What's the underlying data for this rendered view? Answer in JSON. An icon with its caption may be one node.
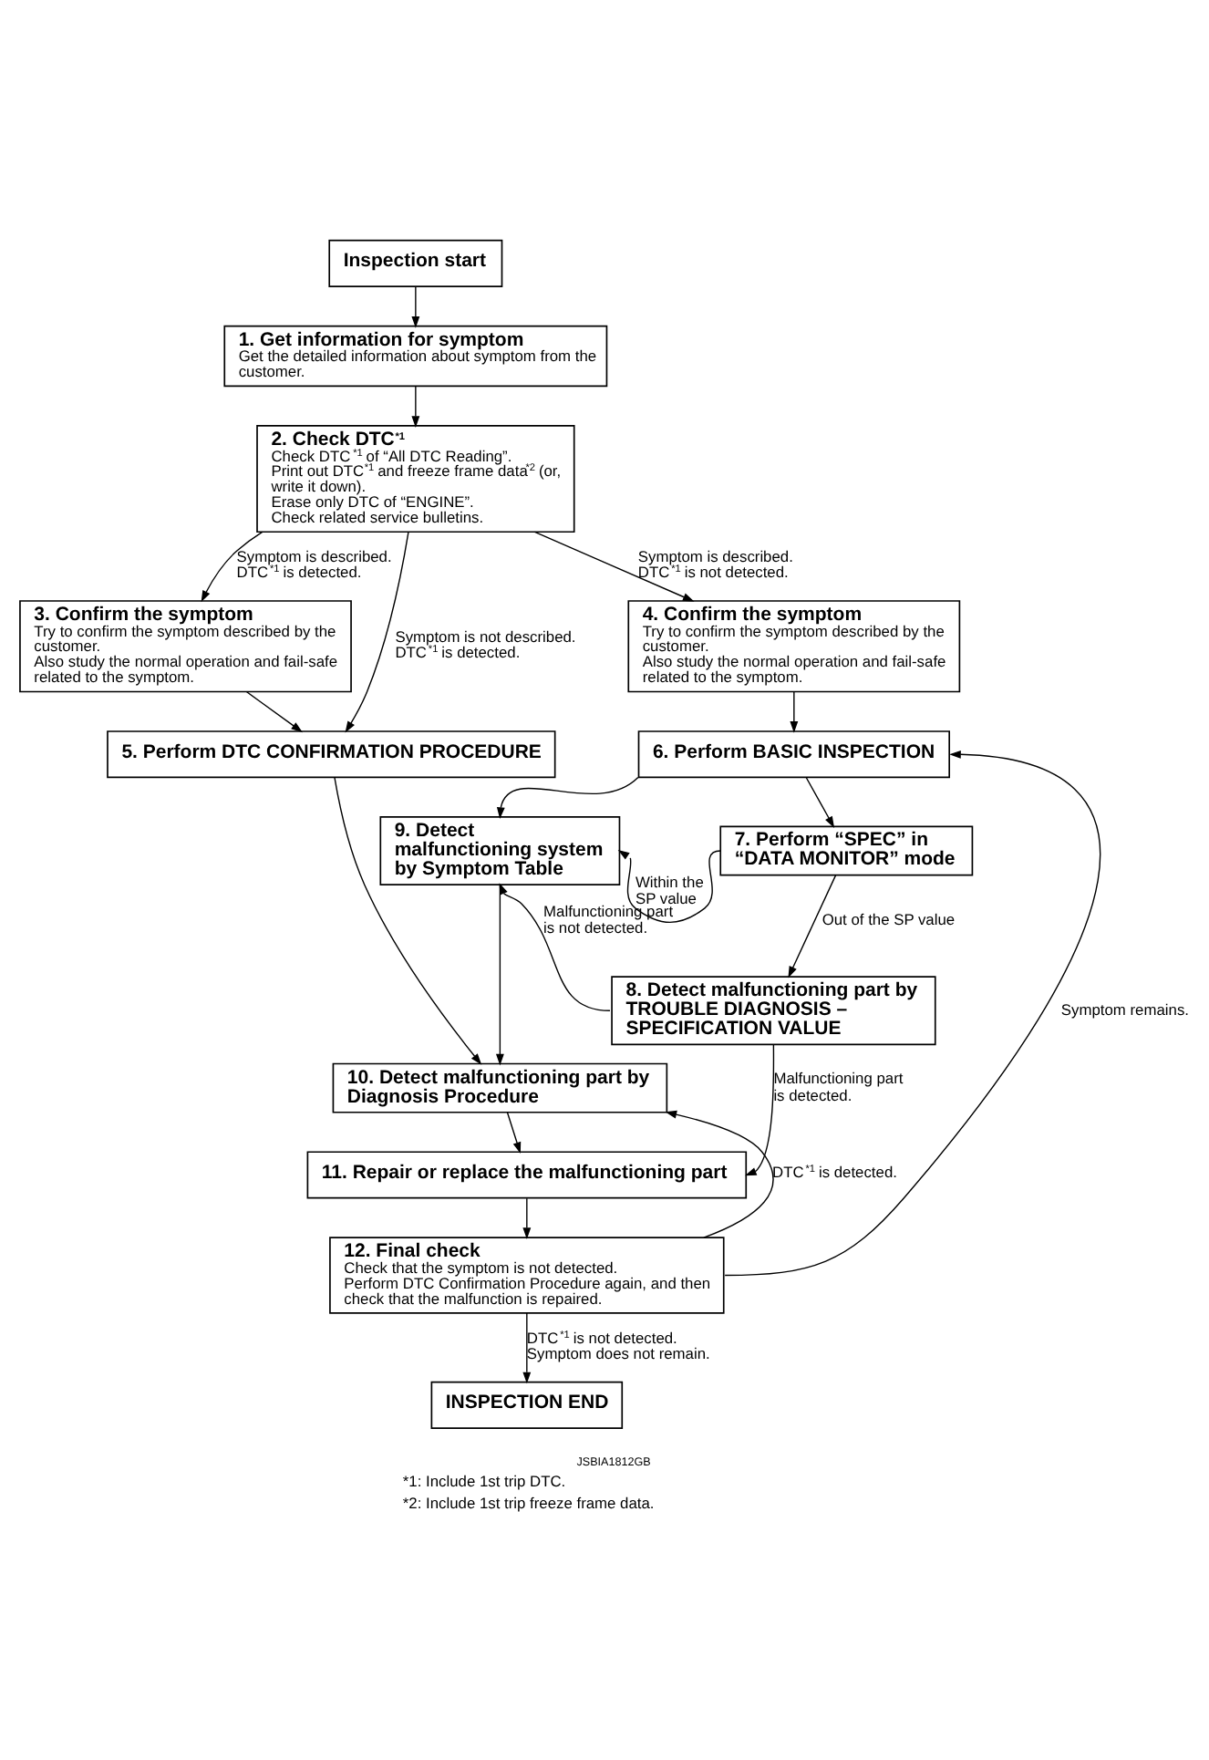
{
  "diagram": {
    "nodes": [
      {
        "text": [
          "Inspection start"
        ]
      },
      {
        "text": [
          "1. Get information for symptom",
          "Get the detailed information about symptom from the customer."
        ]
      },
      {
        "text": [
          "2. Check DTC$^{*1}$",
          "Check DTC$^{*1}$ of “All DTC Reading”.",
          "Print out DTC$^{*1}$ and freeze frame data$^{*2}$ (or, write it down).",
          "Erase only DTC of “ENGINE”.",
          "Check related service bulletins."
        ]
      },
      {
        "text": [
          "3. Confirm the symptom",
          "Try to confirm the symptom described by the customer.",
          "Also study the normal operation and fail-safe related to the symptom."
        ]
      },
      {
        "text": [
          "4. Confirm the symptom",
          "Try to confirm the symptom described by the customer.",
          "Also study the normal operation and fail-safe related to the symptom."
        ]
      },
      {
        "text": [
          "5. Perform DTC CONFIRMATION PROCEDURE"
        ]
      },
      {
        "text": [
          "6. Perform BASIC INSPECTION"
        ]
      },
      {
        "text": [
          "7. Perform “SPEC” in “DATA MONITOR” mode"
        ]
      },
      {
        "text": [
          "8. Detect malfunctioning part by TROUBLE DIAGNOSIS – SPECIFICATION VALUE"
        ]
      },
      {
        "text": [
          "9. Detect malfunctioning system by Symptom Table"
        ]
      },
      {
        "text": [
          "10. Detect malfunctioning part by Diagnosis Procedure"
        ]
      },
      {
        "text": [
          "11. Repair or replace the malfunctioning part"
        ]
      },
      {
        "text": [
          "12. Final check",
          "Check that the symptom is not detected.",
          "Perform DTC Confirmation Procedure again, and then check that the malfunction is repaired."
        ]
      },
      {
        "text": [
          "INSPECTION END"
        ]
      }
    ],
    "edges": [
      {
        "from": 0,
        "to": 1,
        "arrow": "to"
      },
      {
        "from": 1,
        "to": 2,
        "arrow": "to"
      },
      {
        "from": 2,
        "to": 3,
        "arrow": "to",
        "label": "Symptom is described. DTC$^{*1}$ is detected."
      },
      {
        "from": 2,
        "to": 5,
        "arrow": "to",
        "label": "Symptom is not described. DTC$^{*1}$ is detected."
      },
      {
        "from": 2,
        "to": 4,
        "arrow": "to",
        "label": "Symptom is described. DTC$^{*1}$ is not detected."
      },
      {
        "from": 3,
        "to": 5,
        "arrow": "to"
      },
      {
        "from": 4,
        "to": 6,
        "arrow": "to"
      },
      {
        "from": 5,
        "to": 10,
        "arrow": "to"
      },
      {
        "from": 6,
        "to": 9,
        "arrow": "to"
      },
      {
        "from": 6,
        "to": 7,
        "arrow": "to"
      },
      {
        "from": 7,
        "to": 9,
        "arrow": "to",
        "label": "Within the SP value"
      },
      {
        "from": 7,
        "to": 8,
        "arrow": "to",
        "label": "Out of the SP value"
      },
      {
        "from": 8,
        "to": 9,
        "arrow": "to",
        "label": "Malfunctioning part is not detected."
      },
      {
        "from": 8,
        "to": 11,
        "arrow": "to",
        "label": "Malfunctioning part is detected."
      },
      {
        "from": 9,
        "to": 10,
        "arrow": "to"
      },
      {
        "from": 10,
        "to": 11,
        "arrow": "to"
      },
      {
        "from": 11,
        "to": 12,
        "arrow": "to"
      },
      {
        "from": 12,
        "to": 10,
        "arrow": "to",
        "label": "DTC$^{*1}$ is detected."
      },
      {
        "from": 12,
        "to": 6,
        "arrow": "to",
        "label": "Symptom remains."
      },
      {
        "from": 12,
        "to": 13,
        "arrow": "to",
        "label": "DTC$^{*1}$ is not detected. Symptom does not remain."
      }
    ],
    "labels": [
      "JSBIA1812GB",
      "*1: Include 1st trip DTC.",
      "*2: Include 1st trip freeze frame data."
    ]
  }
}
